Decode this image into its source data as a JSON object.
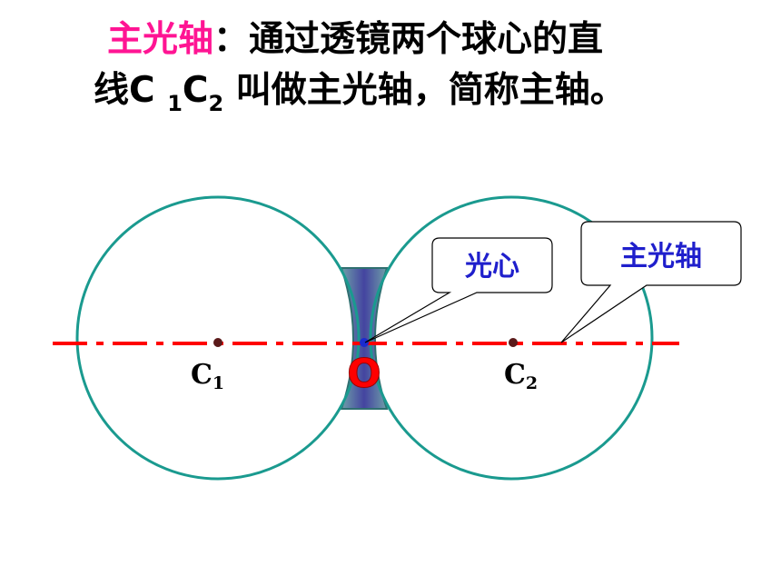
{
  "title": {
    "term": "主光轴",
    "colon_text": "：通过透镜两个球心的直",
    "line2_prefix": "线C ",
    "c1_sub": "1",
    "c2_letter": "C",
    "c2_sub": "2",
    "line2_suffix": "  叫做主光轴，简称主轴。"
  },
  "labels": {
    "c1_letter": "C",
    "c1_sub": "1",
    "c2_letter": "C",
    "c2_sub": "2",
    "origin": "O"
  },
  "callouts": {
    "optical_center": "光心",
    "principal_axis": "主光轴"
  },
  "colors": {
    "term": "#ff1493",
    "circle": "#1a9a8f",
    "axis": "#ff0000",
    "lens": "#4a4aa8",
    "callout_text": "#1f1fcc"
  }
}
